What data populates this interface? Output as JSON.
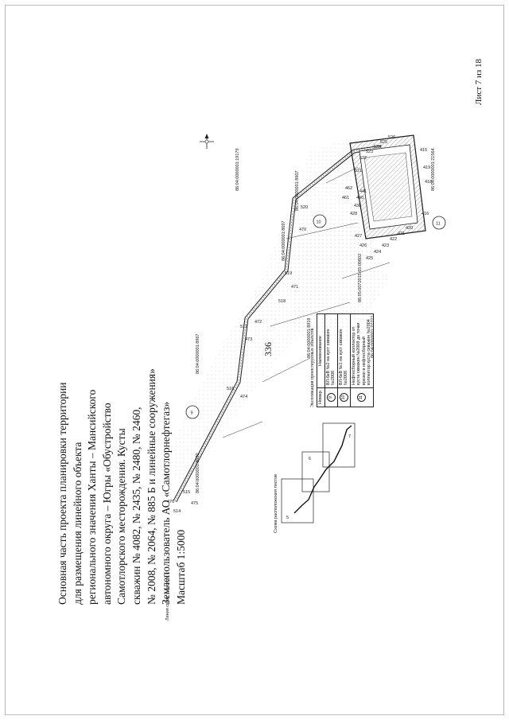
{
  "page": {
    "page_number": "336",
    "sheet_label": "Лист 7 из 18"
  },
  "title_block": {
    "lines": [
      "Основная часть проекта планировки территории",
      "для размещения линейного объекта",
      "регионального значения Ханты – Мансийского",
      "автономного округа – Югры «Обустройство",
      "Самотлорского месторождения. Кусты",
      "скважин № 4082, № 2435, № 2480, № 2460,",
      "№ 2008, № 2064, № 885 Б и линейные сооружения»",
      "Землепользователь АО «Самотлорнефтегаз»",
      "Масштаб 1:5000"
    ]
  },
  "map": {
    "picket_labels": [
      "514",
      "515",
      "516",
      "517",
      "518",
      "519",
      "520",
      "521",
      "522",
      "523",
      "524",
      "525",
      "526",
      "470",
      "471",
      "472",
      "473",
      "474",
      "475",
      "476",
      "415",
      "416",
      "418",
      "419",
      "420",
      "421",
      "422",
      "423",
      "424",
      "425",
      "426",
      "427",
      "428",
      "438",
      "440",
      "441",
      "461",
      "462"
    ],
    "parcel_labels": [
      "86:04:0000001:8620",
      "86:04:0000001:8967",
      "86:04:0000001:8919",
      "86:04:0000001:8697",
      "86:04:0000001:27721",
      "86:04:0000001:8907",
      "86:04:0000001:19179",
      "86:04:0000001:21564",
      "86:05:0072015:65:00602"
    ],
    "object_markers": [
      "9",
      "10",
      "11"
    ],
    "side_note": "Линия связи с листом 7"
  },
  "inset": {
    "title": "Схема расположения листов",
    "sheets": [
      "5",
      "6",
      "7"
    ]
  },
  "legend": {
    "title": "Экспликация проектируемых объектов",
    "header": [
      "Номер",
      "Наименование"
    ],
    "rows": [
      {
        "num": "9",
        "name": "ВЛ-6кВ №2 на куст скважин №2008"
      },
      {
        "num": "10",
        "name": "ВЛ-6кВ №1 на куст скважин №2008"
      },
      {
        "num": "11",
        "name": "Нефтесборный коллектор от куста скважин №2008 до точки врезки в нефтесборный коллектор куста скважин №2004"
      }
    ]
  },
  "colors": {
    "line": "#1a1a1a",
    "hatch": "#888888",
    "background": "#ffffff"
  }
}
